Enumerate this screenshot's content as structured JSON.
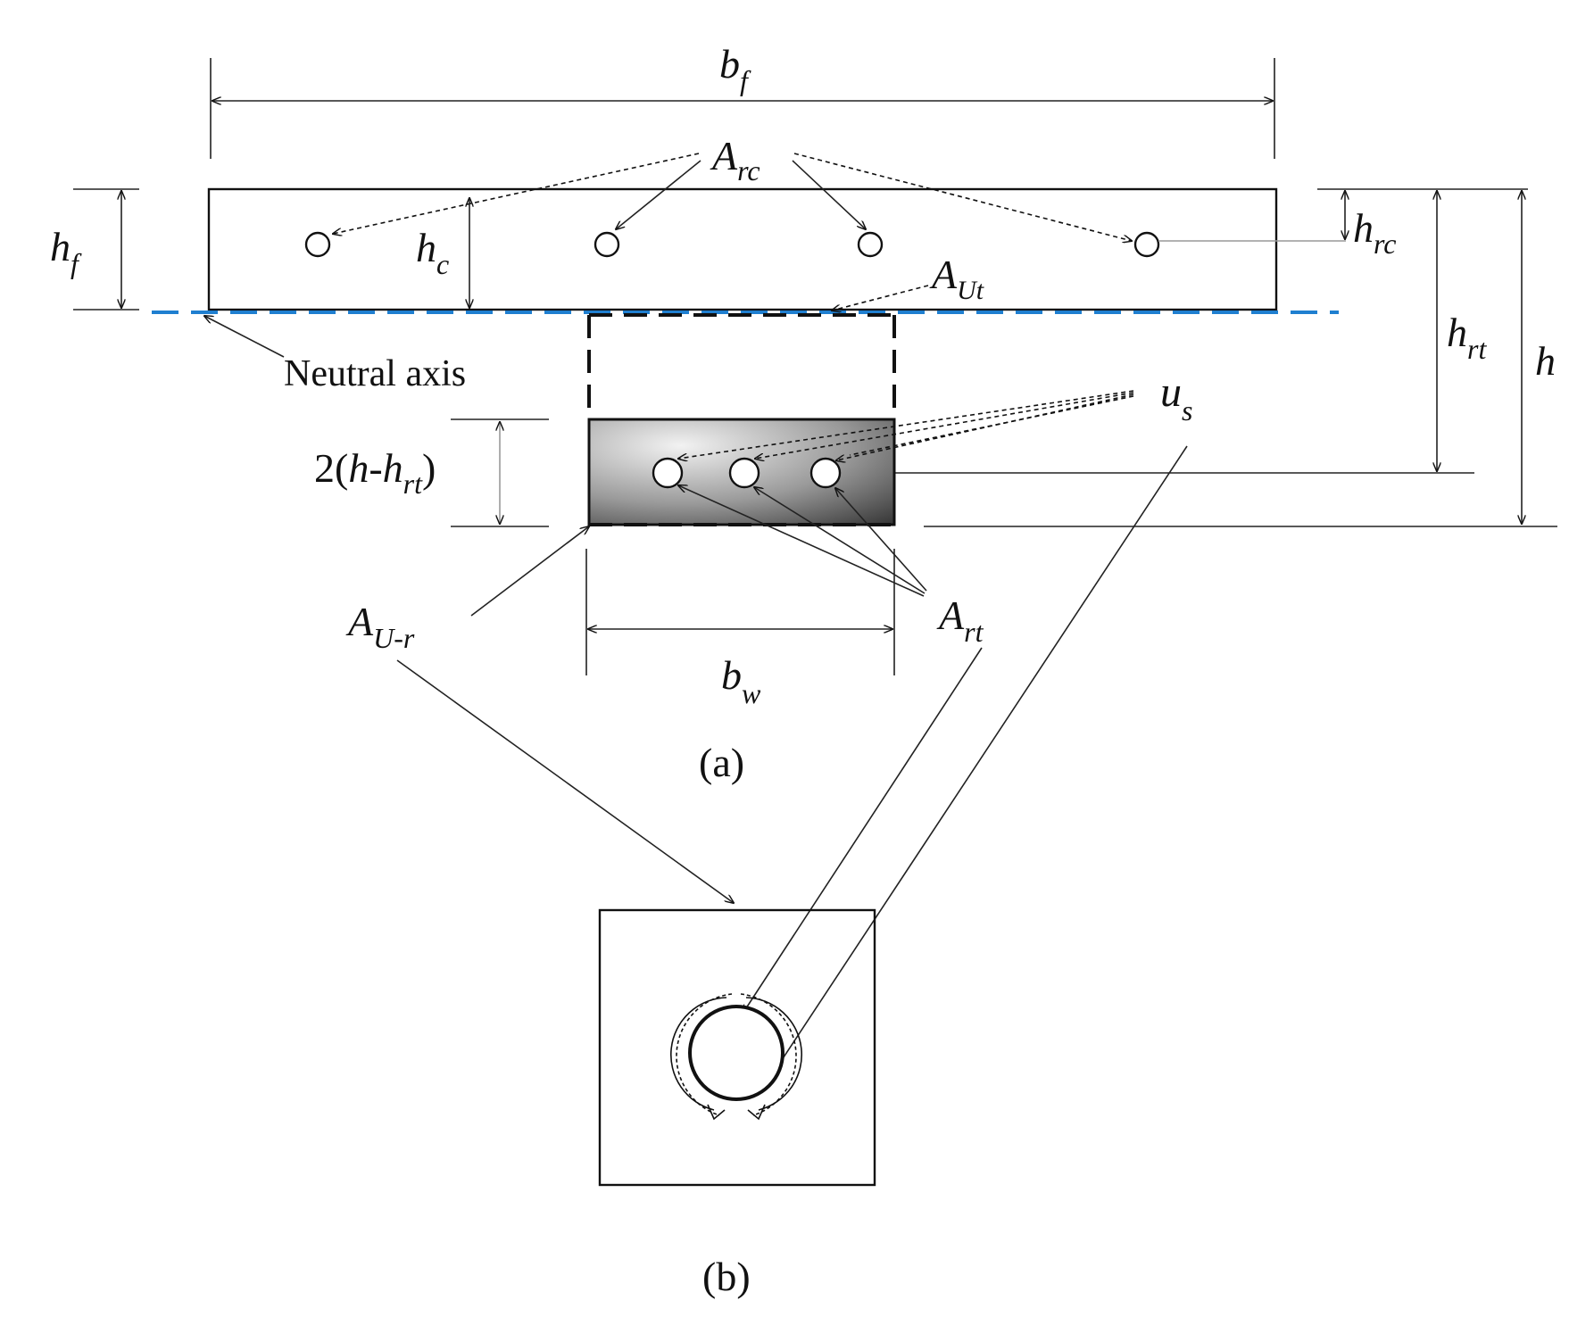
{
  "labels": {
    "bf": {
      "main": "b",
      "sub": "f"
    },
    "arc": {
      "main": "A",
      "sub": "rc"
    },
    "hf": {
      "main": "h",
      "sub": "f"
    },
    "hc": {
      "main": "h",
      "sub": "c"
    },
    "hrc": {
      "main": "h",
      "sub": "rc"
    },
    "hrt": {
      "main": "h",
      "sub": "rt"
    },
    "h": {
      "main": "h"
    },
    "aut": {
      "main": "A",
      "sub": "Ut"
    },
    "neutral_axis": "Neutral axis",
    "us": {
      "main": "u",
      "sub": "s"
    },
    "two_h": {
      "prefix": "2(",
      "main": "h",
      "dash": "-",
      "main2": "h",
      "sub": "rt",
      "suffix": ")"
    },
    "aur": {
      "main": "A",
      "sub": "U-r"
    },
    "art": {
      "main": "A",
      "sub": "rt"
    },
    "bw": {
      "main": "b",
      "sub": "w"
    },
    "caption_a": "(a)",
    "caption_b": "(b)"
  },
  "colors": {
    "neutral_axis_line": "#1f7fd0",
    "web_shade_light": "#f2f2f2",
    "web_shade_dark": "#3a3a3a",
    "ink": "#111111"
  }
}
